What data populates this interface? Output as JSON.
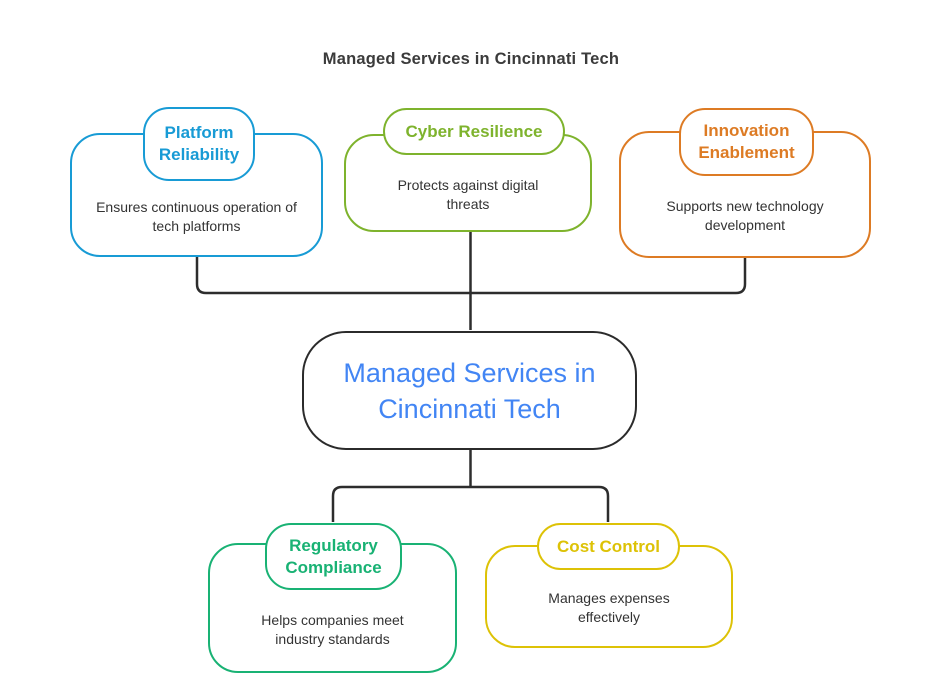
{
  "title": "Managed Services in Cincinnati Tech",
  "root": {
    "label": "Managed Services in Cincinnati Tech",
    "text_color": "#4285f4",
    "border_color": "#2b2b2b"
  },
  "colors": {
    "connector": "#2d2d2d",
    "title_text": "#3b3b3b",
    "description_text": "#333333",
    "background": "#ffffff"
  },
  "nodes": [
    {
      "id": "platform-reliability",
      "label": "Platform Reliability",
      "description": "Ensures continuous operation of tech platforms",
      "color": "#189bd5"
    },
    {
      "id": "cyber-resilience",
      "label": "Cyber Resilience",
      "description": "Protects against digital threats",
      "color": "#7eb32d"
    },
    {
      "id": "innovation-enablement",
      "label": "Innovation Enablement",
      "description": "Supports new technology development",
      "color": "#dd7b24"
    },
    {
      "id": "regulatory-compliance",
      "label": "Regulatory Compliance",
      "description": "Helps companies meet industry standards",
      "color": "#19b274"
    },
    {
      "id": "cost-control",
      "label": "Cost Control",
      "description": "Manages expenses effectively",
      "color": "#ddc206"
    }
  ]
}
